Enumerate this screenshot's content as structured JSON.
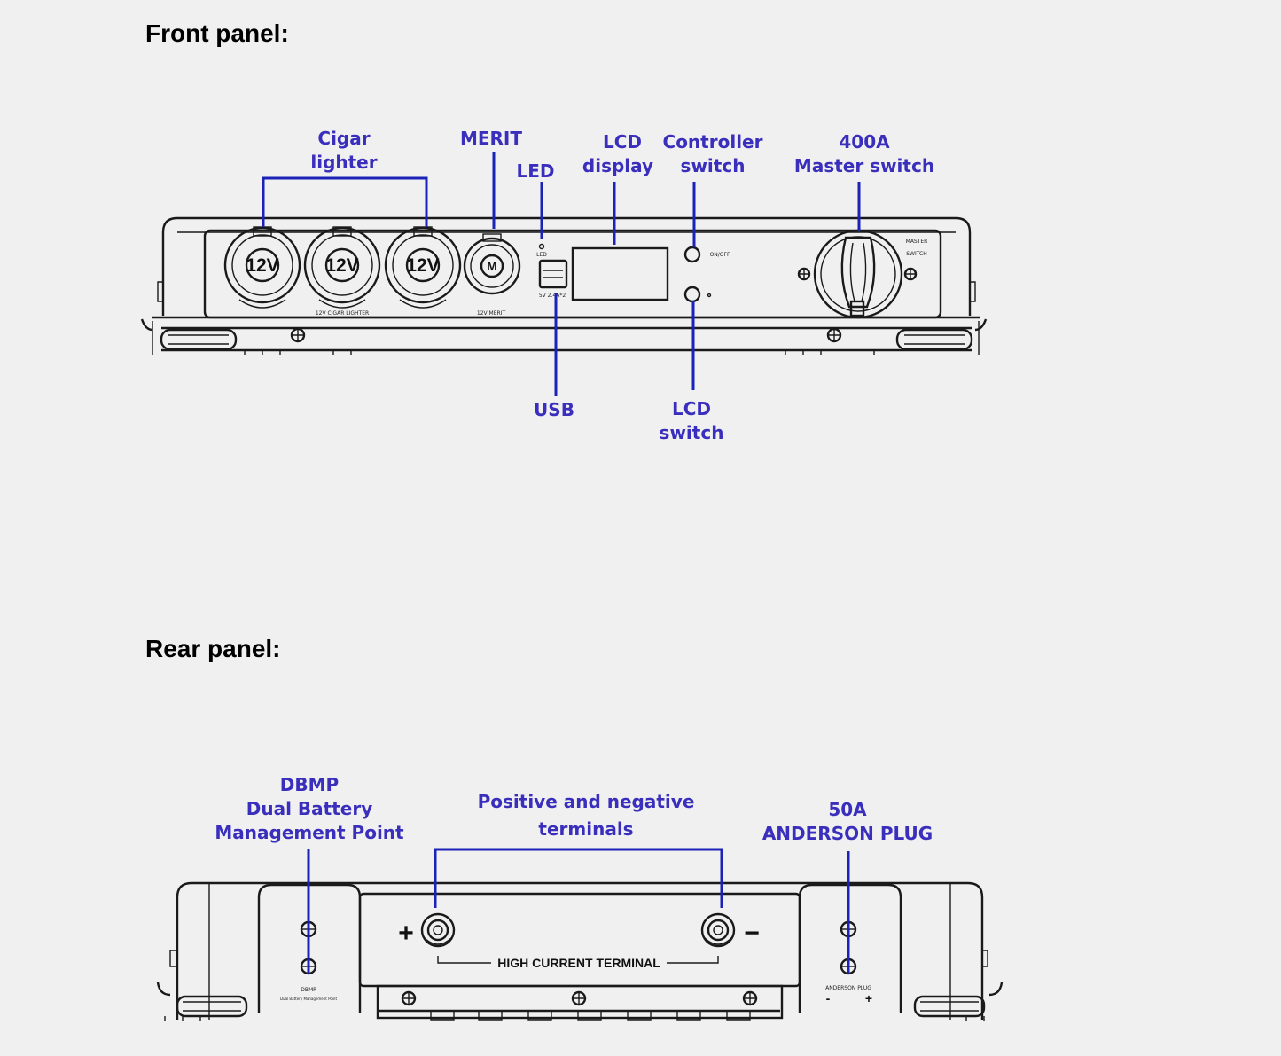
{
  "front": {
    "title": "Front panel:",
    "labels": {
      "cigar_1": "Cigar",
      "cigar_2": "lighter",
      "merit": "MERIT",
      "led": "LED",
      "lcd_display_1": "LCD",
      "lcd_display_2": "display",
      "controller_1": "Controller",
      "controller_2": "switch",
      "master_1": "400A",
      "master_2": "Master switch",
      "usb": "USB",
      "lcd_switch_1": "LCD",
      "lcd_switch_2": "switch"
    },
    "printed": {
      "socket_voltage": "12V",
      "socket_merit_letter": "M",
      "cigar_caption": "12V CIGAR LIGHTER",
      "merit_caption": "12V MERIT",
      "usb_caption": "5V 2.4A*2",
      "led_caption": "LED",
      "master_switch_1": "MASTER",
      "master_switch_2": "SWITCH",
      "on_off": "ON/OFF"
    }
  },
  "rear": {
    "title": "Rear panel:",
    "labels": {
      "dbmp_1": "DBMP",
      "dbmp_2": "Dual Battery",
      "dbmp_3": "Management Point",
      "terminals_1": "Positive and negative",
      "terminals_2": "terminals",
      "anderson_1": "50A",
      "anderson_2": "ANDERSON PLUG"
    },
    "printed": {
      "plus": "+",
      "minus": "−",
      "high_current": "HIGH CURRENT TERMINAL",
      "dbmp_caption": "DBMP",
      "dbmp_caption_2": "Dual Battery Management Point",
      "anderson_caption": "ANDERSON PLUG",
      "anderson_minus": "-",
      "anderson_plus": "+"
    }
  },
  "colors": {
    "label": "#3a2fbd",
    "leader": "#1a22b8",
    "background": "#f0f0f0"
  }
}
